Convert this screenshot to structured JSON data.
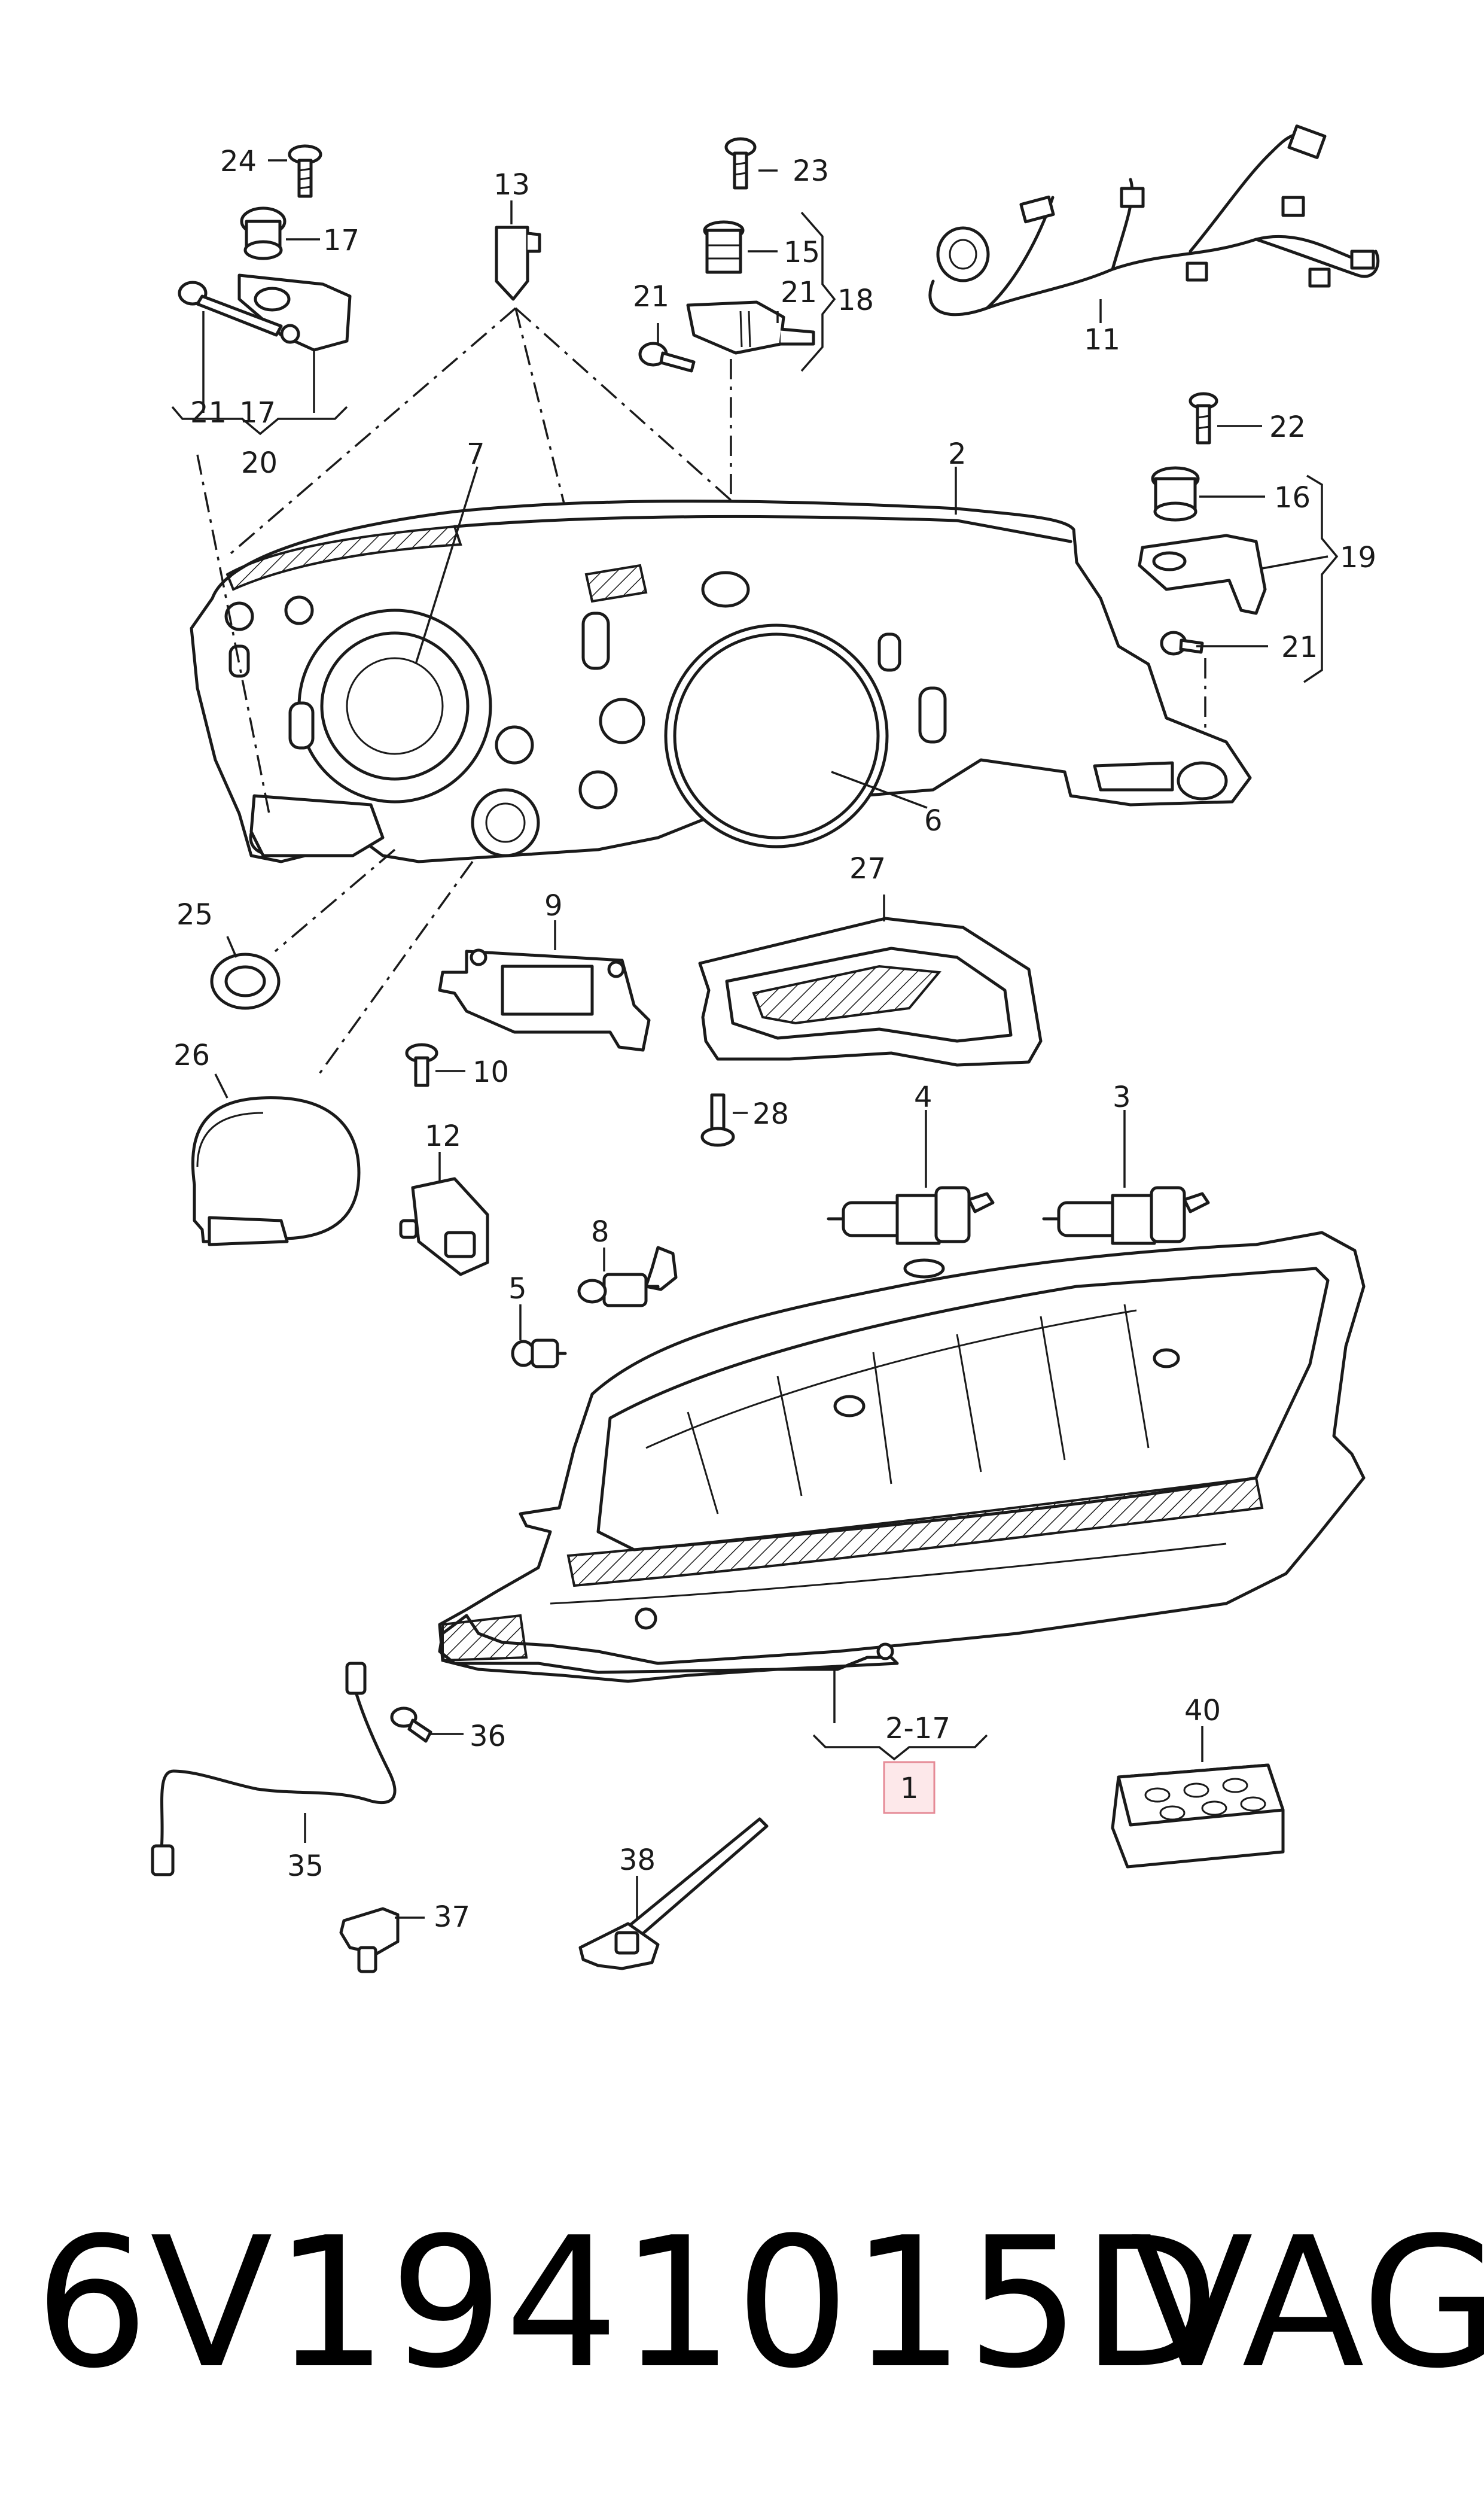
{
  "callouts": {
    "c1": "1",
    "c2": "2",
    "c3": "3",
    "c4": "4",
    "c5": "5",
    "c6": "6",
    "c7": "7",
    "c8": "8",
    "c9": "9",
    "c10": "10",
    "c11": "11",
    "c12": "12",
    "c13": "13",
    "c15": "15",
    "c16": "16",
    "c17a": "17",
    "c17b": "17",
    "c18": "18",
    "c19": "19",
    "c20": "20",
    "c21a": "21",
    "c21b": "21",
    "c21c": "21",
    "c21d": "21",
    "c22": "22",
    "c23": "23",
    "c24": "24",
    "c25": "25",
    "c26": "26",
    "c27": "27",
    "c28": "28",
    "c35": "35",
    "c36": "36",
    "c37": "37",
    "c38": "38",
    "c40": "40",
    "range": "2-17"
  },
  "footer": {
    "part_number": "6V1941015D",
    "brand": "VAG"
  },
  "colors": {
    "line": "#1a1a1a",
    "highlight_fill": "#fde8ea",
    "highlight_stroke": "#e58a96"
  }
}
